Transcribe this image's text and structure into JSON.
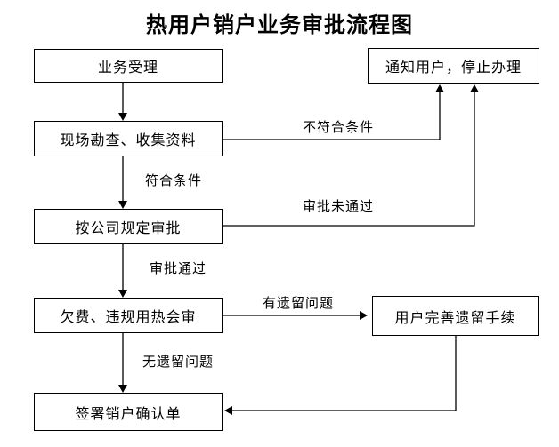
{
  "title": "热用户销户业务审批流程图",
  "flowchart": {
    "type": "flowchart",
    "background_color": "#ffffff",
    "line_color": "#000000",
    "box_border_color": "#000000",
    "text_color": "#000000",
    "nodes": {
      "accept": {
        "label": "业务受理"
      },
      "survey": {
        "label": "现场勘查、收集资料"
      },
      "approve": {
        "label": "按公司规定审批"
      },
      "review": {
        "label": "欠费、违规用热会审"
      },
      "sign": {
        "label": "签署销户确认单"
      },
      "notify": {
        "label": "通知用户，停止办理"
      },
      "complete": {
        "label": "用户完善遗留手续"
      }
    },
    "edge_labels": {
      "not_qualified": "不符合条件",
      "qualified": "符合条件",
      "approval_failed": "审批未通过",
      "approval_passed": "审批通过",
      "has_issues": "有遗留问题",
      "no_issues": "无遗留问题"
    },
    "edges": [
      {
        "from": "accept",
        "to": "survey",
        "label": ""
      },
      {
        "from": "survey",
        "to": "approve",
        "label": "符合条件"
      },
      {
        "from": "survey",
        "to": "notify",
        "label": "不符合条件"
      },
      {
        "from": "approve",
        "to": "review",
        "label": "审批通过"
      },
      {
        "from": "approve",
        "to": "notify",
        "label": "审批未通过"
      },
      {
        "from": "review",
        "to": "complete",
        "label": "有遗留问题"
      },
      {
        "from": "review",
        "to": "sign",
        "label": "无遗留问题"
      },
      {
        "from": "complete",
        "to": "sign",
        "label": ""
      }
    ]
  }
}
